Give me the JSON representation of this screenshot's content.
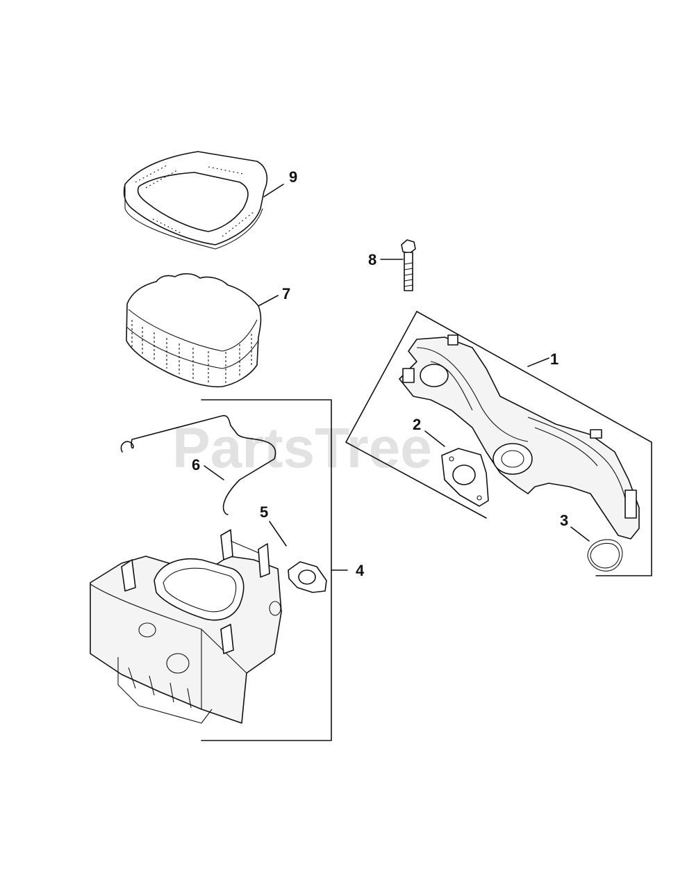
{
  "watermark": {
    "text": "PartsTree",
    "trademark": "™"
  },
  "callouts": {
    "c1": "1",
    "c2": "2",
    "c3": "3",
    "c4": "4",
    "c5": "5",
    "c6": "6",
    "c7": "7",
    "c8": "8",
    "c9": "9"
  }
}
